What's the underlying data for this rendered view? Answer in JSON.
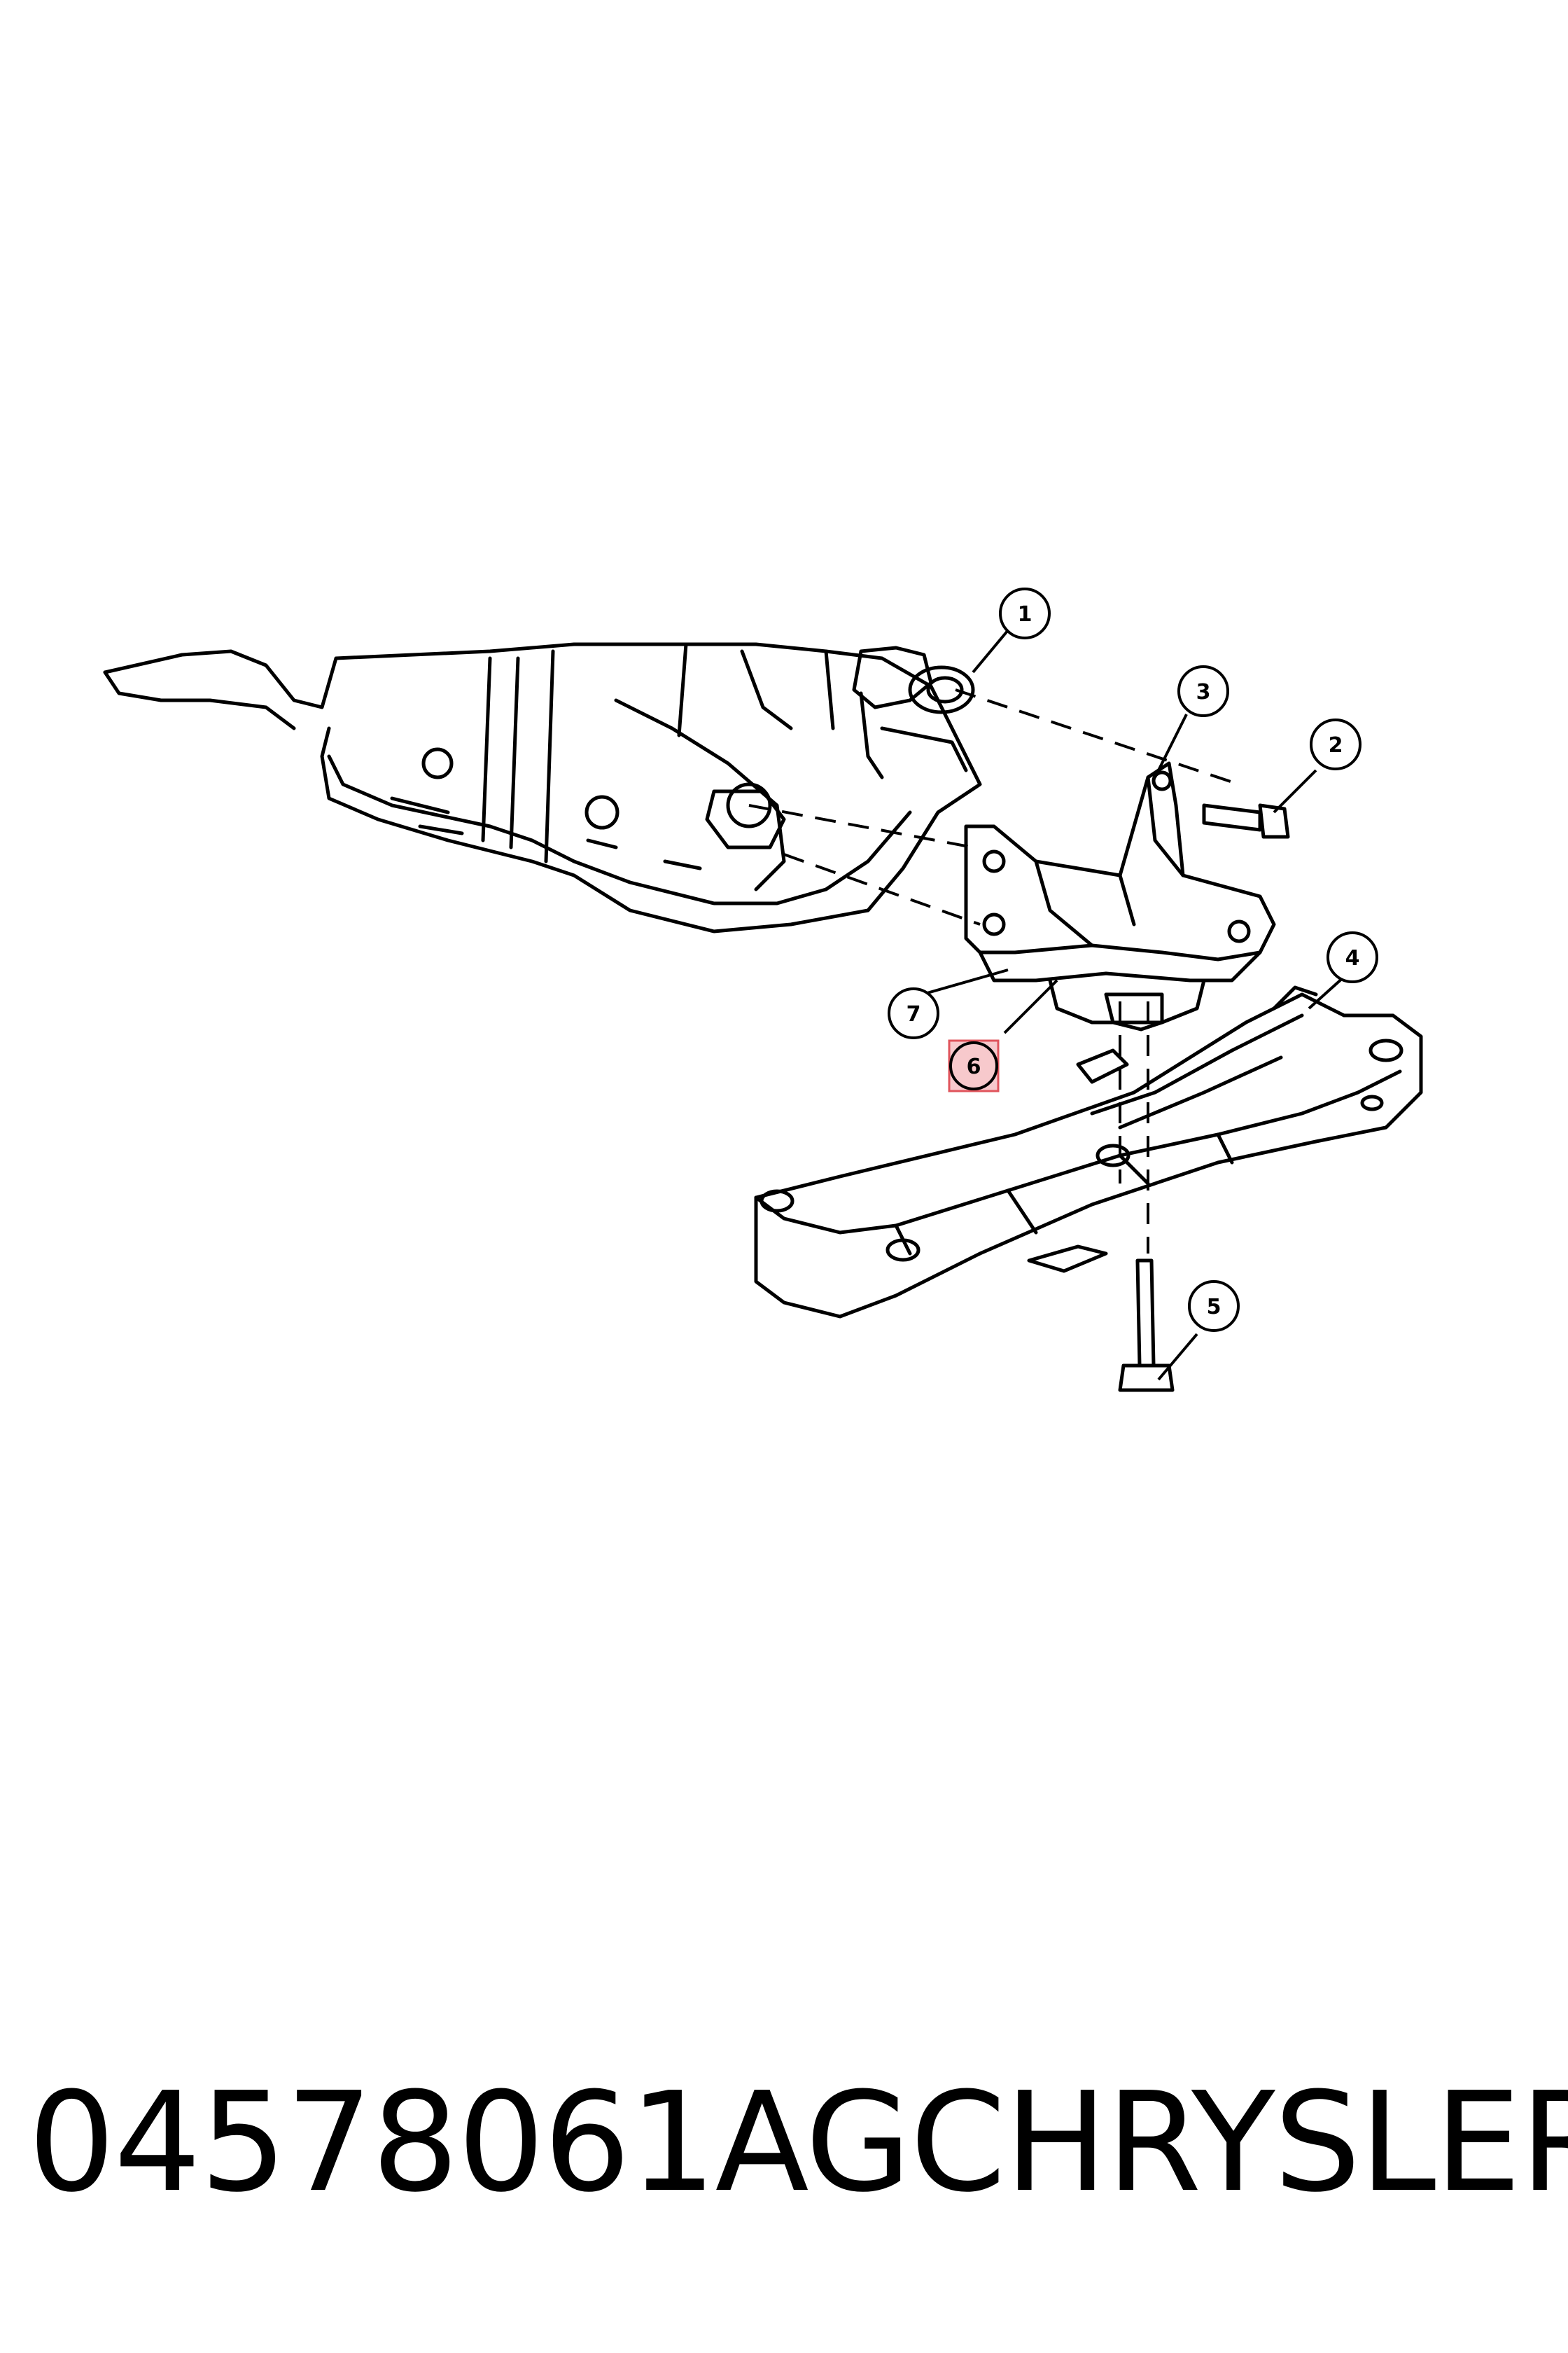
{
  "callouts": [
    {
      "id": "1",
      "label": "1"
    },
    {
      "id": "2",
      "label": "2"
    },
    {
      "id": "3",
      "label": "3"
    },
    {
      "id": "4",
      "label": "4"
    },
    {
      "id": "5",
      "label": "5"
    },
    {
      "id": "6",
      "label": "6",
      "highlighted": true
    },
    {
      "id": "7",
      "label": "7"
    }
  ],
  "caption": {
    "part_number": "04578061AG",
    "brand": "CHRYSLER"
  },
  "colors": {
    "line": "#000000",
    "highlight_stroke": "#e0545c",
    "highlight_fill": "#f7c9cc",
    "background": "#ffffff"
  }
}
